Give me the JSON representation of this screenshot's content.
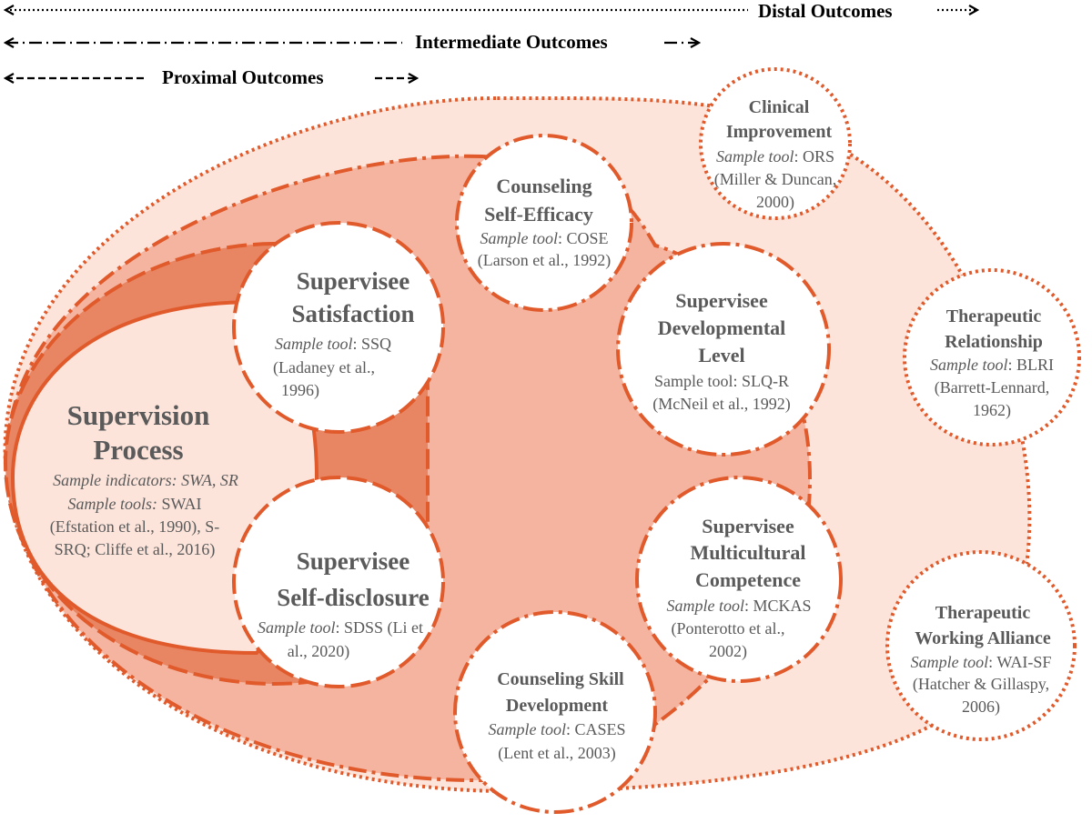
{
  "headers": {
    "distal": "Distal Outcomes",
    "intermediate": "Intermediate Outcomes",
    "proximal": "Proximal Outcomes"
  },
  "nodes": {
    "process": {
      "title_1": "Supervision",
      "title_2": "Process",
      "line_1": "Sample indicators: SWA, SR",
      "line_2_italic": "Sample tools:",
      "line_2_rest": " SWAI",
      "line_3": "(Efstation et al., 1990), S-",
      "line_4": "SRQ; Cliffe et al., 2016)"
    },
    "satisfaction": {
      "title_1": "Supervisee",
      "title_2": "Satisfaction",
      "tool_italic": "Sample tool",
      "tool_rest": ": SSQ",
      "cite_1": "(Ladaney et al.,",
      "cite_2": "1996)"
    },
    "self_disclosure": {
      "title_1": "Supervisee",
      "title_2": "Self-disclosure",
      "tool_italic": "Sample tool",
      "tool_rest": ": SDSS (Li et",
      "cite_1": "al., 2020)"
    },
    "self_efficacy": {
      "title_1": "Counseling",
      "title_2": "Self-Efficacy",
      "tool_italic": "Sample tool",
      "tool_rest": ": COSE",
      "cite_1": "(Larson et al., 1992)"
    },
    "developmental": {
      "title_1": "Supervisee",
      "title_2": "Developmental",
      "title_3": "Level",
      "tool": "Sample tool: SLQ-R",
      "cite_1": "(McNeil et al., 1992)"
    },
    "multicultural": {
      "title_1": "Supervisee",
      "title_2": "Multicultural",
      "title_3": "Competence",
      "tool_italic": "Sample tool",
      "tool_rest": ": MCKAS",
      "cite_1": "(Ponterotto et al.,",
      "cite_2": "2002)"
    },
    "skill": {
      "title_1": "Counseling Skill",
      "title_2": "Development",
      "tool_italic": "Sample tool",
      "tool_rest": ": CASES",
      "cite_1": "(Lent et al., 2003)"
    },
    "clinical": {
      "title_1": "Clinical",
      "title_2": "Improvement",
      "tool_italic": "Sample tool",
      "tool_rest": ": ORS",
      "cite_1": "(Miller & Duncan,",
      "cite_2": "2000)"
    },
    "relationship": {
      "title_1": "Therapeutic",
      "title_2": "Relationship",
      "tool_italic": "Sample tool",
      "tool_rest": ": BLRI",
      "cite_1": "(Barrett-Lennard,",
      "cite_2": "1962)"
    },
    "alliance": {
      "title_1": "Therapeutic",
      "title_2": "Working Alliance",
      "tool_italic": "Sample tool",
      "tool_rest": ": WAI-SF",
      "cite_1": "(Hatcher & Gillaspy,",
      "cite_2": "2006)"
    }
  },
  "colors": {
    "stroke": "#e05a2b",
    "outer_fill": "#fce4db",
    "middle_fill": "#f5b4a0",
    "inner_fill": "#e88563",
    "process_fill": "#fce4db",
    "text_gray": "#5a5a5a"
  }
}
